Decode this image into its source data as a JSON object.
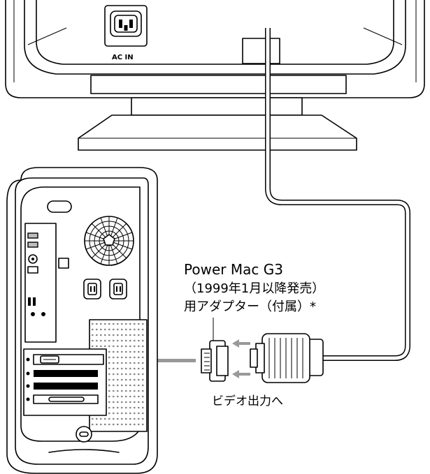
{
  "labels": {
    "ac_in": "AC IN",
    "adapter_line1": "Power Mac G3",
    "adapter_line2": "（1999年1月以降発売）",
    "adapter_line3": "用アダプター（付属）*",
    "video_out": "ビデオ出力へ"
  },
  "colors": {
    "line": "#000000",
    "arrow": "#999999",
    "fill": "#ffffff"
  },
  "icons": [
    "power-socket-icon",
    "fan-grille-icon",
    "arrow-left-icon"
  ]
}
